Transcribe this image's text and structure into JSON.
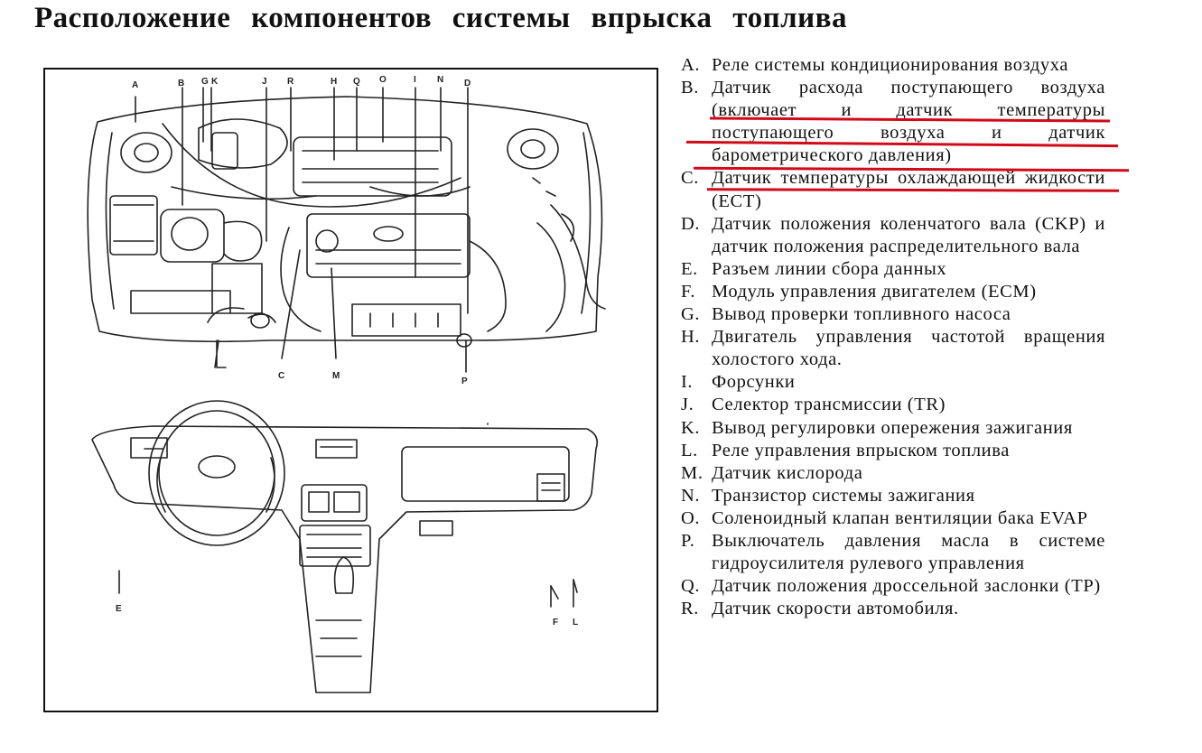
{
  "title": "Расположение компонентов системы впрыска топлива",
  "figure": {
    "engine_callouts_top": [
      "A",
      "B",
      "G",
      "K",
      "J",
      "R",
      "H",
      "Q",
      "O",
      "I",
      "N",
      "D"
    ],
    "engine_callouts_bottom": [
      "C",
      "M",
      "P"
    ],
    "dash_callouts": [
      "E",
      "F",
      "L"
    ]
  },
  "legend": [
    {
      "key": "A.",
      "text": "Реле системы кондиционирования воздуха"
    },
    {
      "key": "B.",
      "text": "Датчик расхода поступающего воздуха (включает и датчик температуры поступающего воздуха и датчик барометрического давления)"
    },
    {
      "key": "C.",
      "text": "Датчик температуры охлаждающей жидкости (ECT)"
    },
    {
      "key": "D.",
      "text": "Датчик положения коленчатого вала (CKP) и датчик положения распределительного вала"
    },
    {
      "key": "E.",
      "text": "Разъем линии сбора данных"
    },
    {
      "key": "F.",
      "text": "Модуль управления двигателем (ECM)"
    },
    {
      "key": "G.",
      "text": "Вывод проверки топливного насоса"
    },
    {
      "key": "H.",
      "text": "Двигатель управления частотой вращения холостого хода."
    },
    {
      "key": "I.",
      "text": "Форсунки"
    },
    {
      "key": "J.",
      "text": "Селектор трансмиссии (TR)"
    },
    {
      "key": "K.",
      "text": "Вывод регулировки опережения зажигания"
    },
    {
      "key": "L.",
      "text": "Реле управления впрыском топлива"
    },
    {
      "key": "M.",
      "text": "Датчик кислорода"
    },
    {
      "key": "N.",
      "text": "Транзистор системы зажигания"
    },
    {
      "key": "O.",
      "text": "Соленоидный клапан вентиляции бака EVAP"
    },
    {
      "key": "P.",
      "text": "Выключатель давления масла в системе гидроусилителя рулевого управления"
    },
    {
      "key": "Q.",
      "text": "Датчик положения дроссельной заслонки (TP)"
    },
    {
      "key": "R.",
      "text": "Датчик скорости автомобиля."
    }
  ],
  "annotation": {
    "color": "#d10a1a",
    "underlined_item": "B."
  }
}
